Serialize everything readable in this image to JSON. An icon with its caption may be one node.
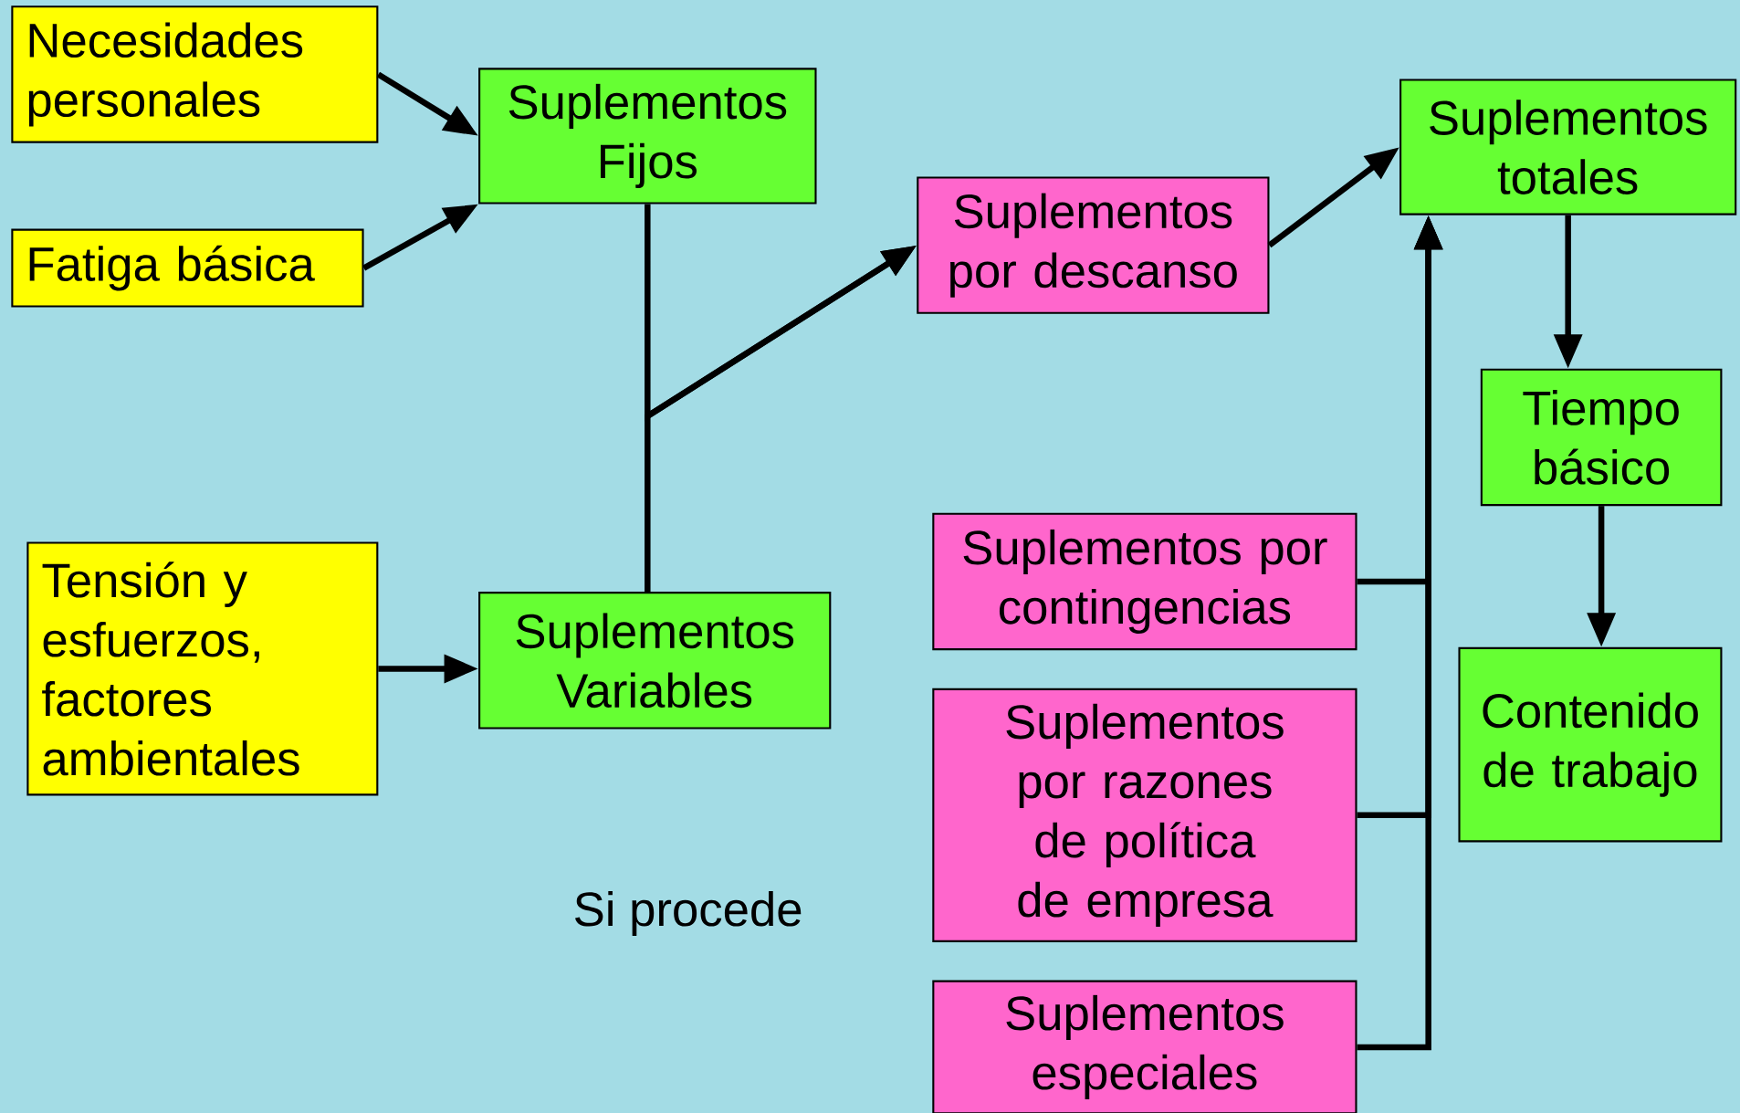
{
  "diagram": {
    "nodes": [
      {
        "text": [
          "Necesidades personales"
        ]
      },
      {
        "text": [
          "Fatiga básica"
        ]
      },
      {
        "text": [
          "Tensión y esfuerzos, factores ambientales"
        ]
      },
      {
        "text": [
          "Suplementos Fijos"
        ]
      },
      {
        "text": [
          "Suplementos Variables"
        ]
      },
      {
        "text": [
          "Suplementos por descanso"
        ]
      },
      {
        "text": [
          "Suplementos totales"
        ]
      },
      {
        "text": [
          "Tiempo básico"
        ]
      },
      {
        "text": [
          "Contenido de trabajo"
        ]
      },
      {
        "text": [
          "Suplementos por contingencias"
        ]
      },
      {
        "text": [
          "Suplementos por razones de política de empresa"
        ]
      },
      {
        "text": [
          "Suplementos especiales"
        ]
      }
    ],
    "edges": [
      {
        "from": 0,
        "to": 3,
        "arrow": "to"
      },
      {
        "from": 1,
        "to": 3,
        "arrow": "to"
      },
      {
        "from": 2,
        "to": 4,
        "arrow": "to"
      },
      {
        "from": 3,
        "to": 5,
        "arrow": "to"
      },
      {
        "from": 4,
        "to": 5,
        "arrow": "to"
      },
      {
        "from": 5,
        "to": 6,
        "arrow": "to"
      },
      {
        "from": 6,
        "to": 7,
        "arrow": "to"
      },
      {
        "from": 7,
        "to": 8,
        "arrow": "to"
      },
      {
        "from": 9,
        "to": 6,
        "arrow": "to"
      },
      {
        "from": 10,
        "to": 6,
        "arrow": "to"
      },
      {
        "from": 11,
        "to": 6,
        "arrow": "to"
      }
    ],
    "labels": [
      "Si procede"
    ]
  }
}
